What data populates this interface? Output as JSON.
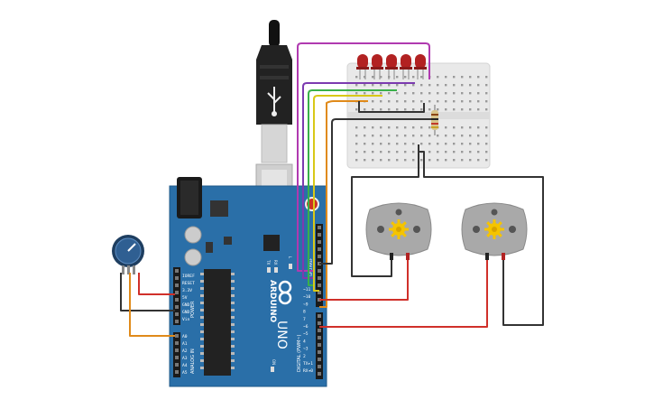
{
  "board": {
    "name": "UNO",
    "brand": "ARDUINO",
    "section_power": "POWER",
    "section_analog": "ANALOG IN",
    "section_digital": "DIGITAL (PWM~)",
    "power_pins": [
      "IOREF",
      "RESET",
      "3.3V",
      "5V",
      "GND",
      "GND",
      "Vin"
    ],
    "analog_pins": [
      "A0",
      "A1",
      "A2",
      "A3",
      "A4",
      "A5"
    ],
    "digital_pins": [
      "~11",
      "~10",
      "~9",
      "8",
      "7",
      "~6",
      "~5",
      "4",
      "~3",
      "2",
      "TX▸1",
      "RX◂0"
    ],
    "led_labels": [
      "TX",
      "RX"
    ],
    "on_label": "ON",
    "l_label": "L",
    "aref_label": "AREF",
    "gnd_label": "GND",
    "color_board": "#2a6fa8",
    "color_board_dark": "#1f5a8a"
  },
  "components": {
    "leds": {
      "count": 5,
      "color": "#b22222"
    },
    "motors": {
      "count": 2,
      "body_color": "#a9a9a9",
      "gear_color": "#f5c400"
    },
    "potentiometer": {
      "color": "#2f5f92"
    },
    "resistor": {
      "color": "#d8c48c"
    }
  },
  "wire_colors": {
    "magenta": "#b03ab0",
    "purple": "#7c3ab0",
    "green": "#3ab04a",
    "yellow": "#d8c818",
    "orange": "#e08a1a",
    "red": "#d0302a",
    "black": "#333333"
  }
}
